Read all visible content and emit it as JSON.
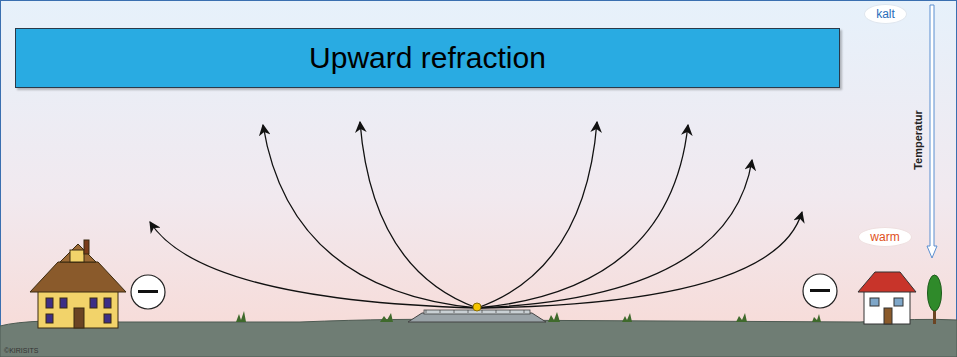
{
  "diagram": {
    "nodes": [
      {
        "text": [
          "Upward refraction"
        ]
      },
      {
        "text": [
          "kalt"
        ]
      },
      {
        "text": [
          "warm"
        ]
      }
    ],
    "labels": [
      "Temperatur",
      "©KIRISITS"
    ]
  }
}
